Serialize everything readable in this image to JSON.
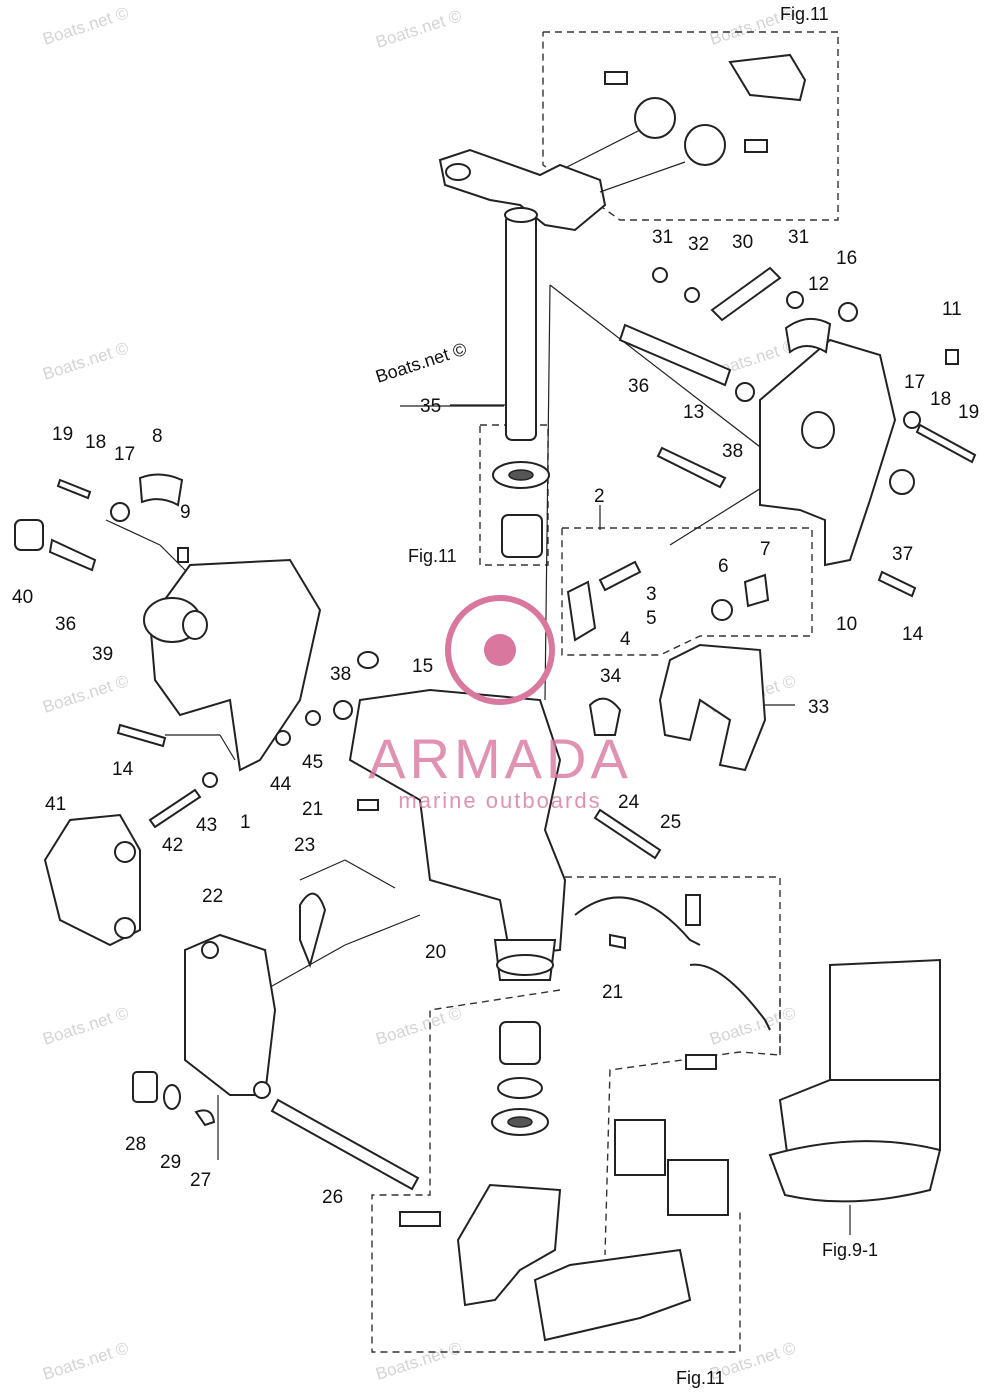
{
  "watermarks": [
    "Boats.net ©"
  ],
  "credit": "Boats.net ©",
  "logo": {
    "name": "ARMADA",
    "tagline": "marine outboards",
    "color": "#d9779f"
  },
  "figure_refs": [
    "Fig.11",
    "Fig.11",
    "Fig.11",
    "Fig.9-1"
  ],
  "callouts": [
    "1",
    "2",
    "3",
    "4",
    "5",
    "6",
    "7",
    "8",
    "9",
    "10",
    "11",
    "12",
    "13",
    "14",
    "14",
    "15",
    "16",
    "17",
    "17",
    "18",
    "18",
    "19",
    "19",
    "20",
    "21",
    "21",
    "22",
    "23",
    "24",
    "25",
    "26",
    "27",
    "28",
    "29",
    "30",
    "31",
    "31",
    "32",
    "33",
    "34",
    "35",
    "36",
    "36",
    "37",
    "38",
    "38",
    "39",
    "40",
    "41",
    "42",
    "43",
    "44",
    "45"
  ]
}
